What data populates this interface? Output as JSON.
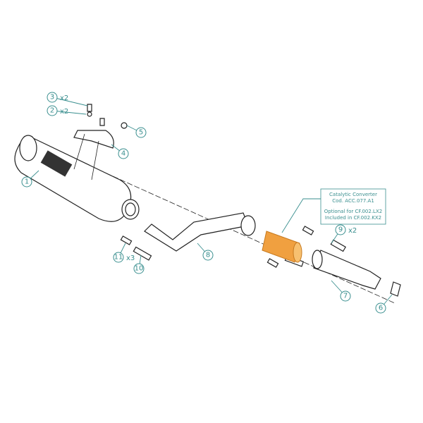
{
  "callouts": [
    {
      "num": "1"
    },
    {
      "num": "2",
      "mult": "x2"
    },
    {
      "num": "3",
      "mult": "x2"
    },
    {
      "num": "4"
    },
    {
      "num": "5"
    },
    {
      "num": "6"
    },
    {
      "num": "7"
    },
    {
      "num": "8"
    },
    {
      "num": "9",
      "mult": "x2"
    },
    {
      "num": "10"
    },
    {
      "num": "11",
      "mult": "x3"
    }
  ],
  "converter_note": {
    "line1": "Catalytic Converter",
    "line2": "Cod. ACC.077.A1",
    "line3": "Optional for CF.002.LX2",
    "line4": "Included in CF.002.KX2"
  },
  "colors": {
    "accent": "#3a8f8f",
    "converter": "#f0a040"
  }
}
